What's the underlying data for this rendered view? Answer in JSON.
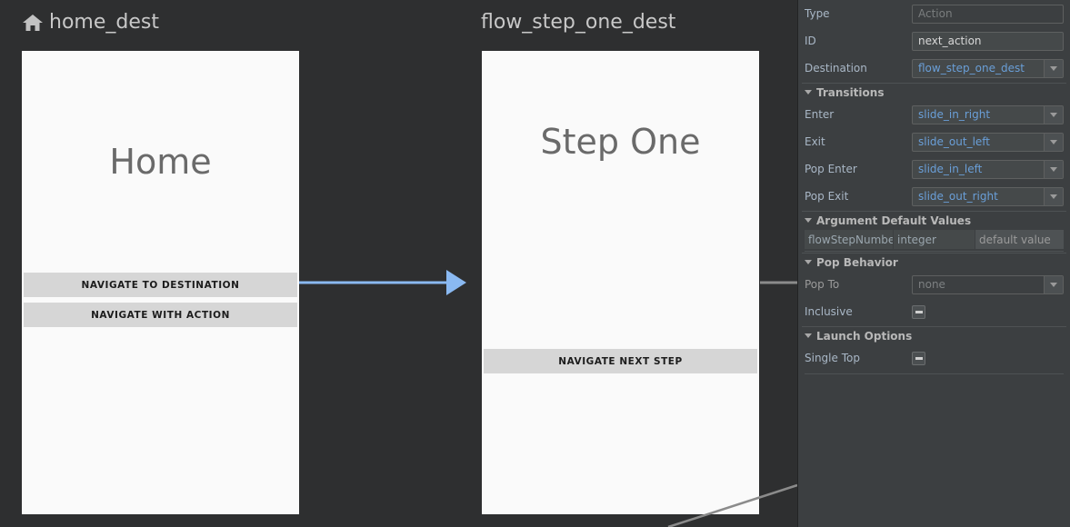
{
  "canvas": {
    "background_color": "#2e2f30",
    "destinations": [
      {
        "id": "home_dest",
        "title": "home_dest",
        "is_start_destination": true,
        "start_icon": "home-icon",
        "screen_title": "Home",
        "buttons": [
          {
            "label": "NAVIGATE TO DESTINATION"
          },
          {
            "label": "NAVIGATE WITH ACTION"
          }
        ]
      },
      {
        "id": "flow_step_one_dest",
        "title": "flow_step_one_dest",
        "is_start_destination": false,
        "screen_title": "Step One",
        "buttons": [
          {
            "label": "NAVIGATE NEXT STEP"
          }
        ]
      }
    ],
    "connections": [
      {
        "name": "home-to-flow-step-one",
        "state": "selected",
        "color": "#8ab9f1"
      },
      {
        "name": "flow-step-one-outgoing-stub",
        "state": "normal",
        "color": "#8b8b8b"
      },
      {
        "name": "incoming-edge-bottom",
        "state": "normal",
        "color": "#8b8b8b"
      }
    ]
  },
  "properties": {
    "panel_background": "#3c3f41",
    "accent_link_color": "#6a9fd8",
    "fields": [
      {
        "label": "Type",
        "value": "Action",
        "kind": "text",
        "disabled": true
      },
      {
        "label": "ID",
        "value": "next_action",
        "kind": "text",
        "disabled": false
      },
      {
        "label": "Destination",
        "value": "flow_step_one_dest",
        "kind": "combo",
        "disabled": false
      }
    ],
    "sections": [
      {
        "name": "transitions",
        "title": "Transitions",
        "expanded": true,
        "collapse_icon": "triangle-down-icon",
        "rows": [
          {
            "label": "Enter",
            "value": "slide_in_right",
            "kind": "combo",
            "disabled": false
          },
          {
            "label": "Exit",
            "value": "slide_out_left",
            "kind": "combo",
            "disabled": false
          },
          {
            "label": "Pop Enter",
            "value": "slide_in_left",
            "kind": "combo",
            "disabled": false
          },
          {
            "label": "Pop Exit",
            "value": "slide_out_right",
            "kind": "combo",
            "disabled": false
          }
        ]
      },
      {
        "name": "argument-default-values",
        "title": "Argument Default Values",
        "expanded": true,
        "collapse_icon": "triangle-down-icon",
        "table": {
          "rows": [
            {
              "name": "flowStepNumbe",
              "type": "integer",
              "value": "default value"
            }
          ]
        }
      },
      {
        "name": "pop-behavior",
        "title": "Pop Behavior",
        "expanded": true,
        "collapse_icon": "triangle-down-icon",
        "rows": [
          {
            "label": "Pop To",
            "value": "none",
            "kind": "combo",
            "disabled": true
          },
          {
            "label": "Inclusive",
            "value": "",
            "kind": "checkbox",
            "checkbox_state": "indeterminate"
          }
        ]
      },
      {
        "name": "launch-options",
        "title": "Launch Options",
        "expanded": true,
        "collapse_icon": "triangle-down-icon",
        "rows": [
          {
            "label": "Single Top",
            "value": "",
            "kind": "checkbox",
            "checkbox_state": "indeterminate"
          }
        ]
      }
    ]
  }
}
